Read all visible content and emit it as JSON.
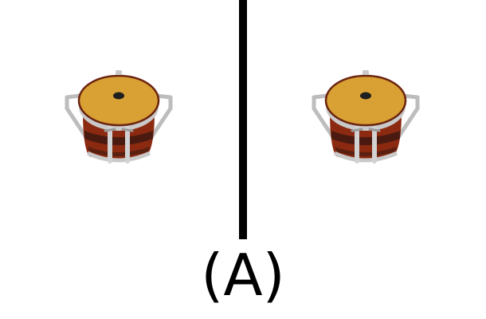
{
  "caption": "(A)",
  "images": [
    {
      "id": "left",
      "icon": "bongo-drum-icon"
    },
    {
      "id": "right",
      "icon": "bongo-drum-icon"
    }
  ],
  "colors": {
    "background": "#ffffff",
    "divider": "#000000",
    "drum_head": "#d9a134",
    "drum_body": "#8b2a10",
    "drum_band": "#4a1a10",
    "hardware": "#c9c9c9"
  }
}
